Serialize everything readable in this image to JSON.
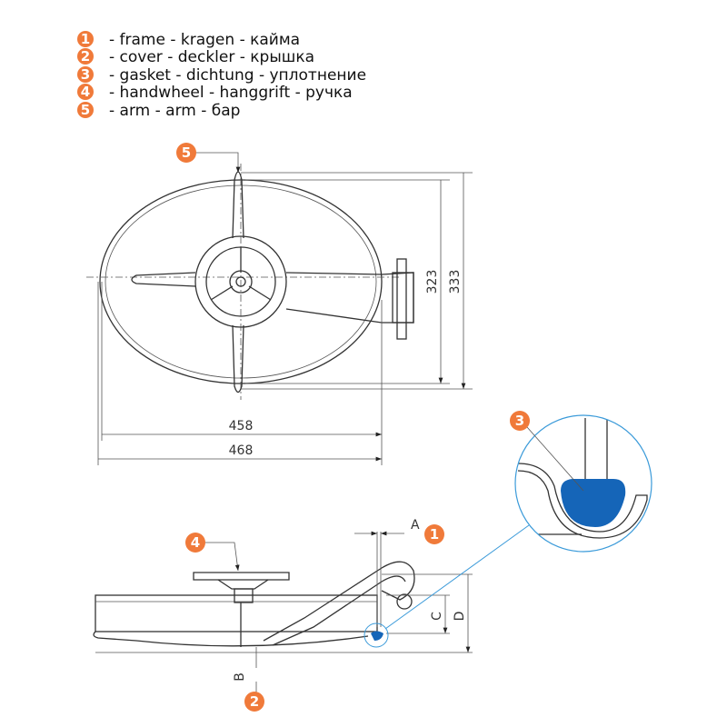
{
  "legend": [
    {
      "num": "1",
      "text": "- frame - kragen - кайма"
    },
    {
      "num": "2",
      "text": "- cover - deckler - крышка"
    },
    {
      "num": "3",
      "text": "- gasket - dichtung - уплотнение"
    },
    {
      "num": "4",
      "text": "- handwheel - hanggrift - ручка"
    },
    {
      "num": "5",
      "text": "- arm - arm - бар"
    }
  ],
  "dimensions": {
    "d323": "323",
    "d333": "333",
    "d458": "458",
    "d468": "468",
    "A": "A",
    "B": "B",
    "C": "C",
    "D": "D"
  },
  "callouts": {
    "c1": "1",
    "c2": "2",
    "c3": "3",
    "c4": "4",
    "c5": "5"
  },
  "colors": {
    "badge": "#f07a3a",
    "gasket": "#1565b8",
    "detail": "#3a9ad9"
  }
}
